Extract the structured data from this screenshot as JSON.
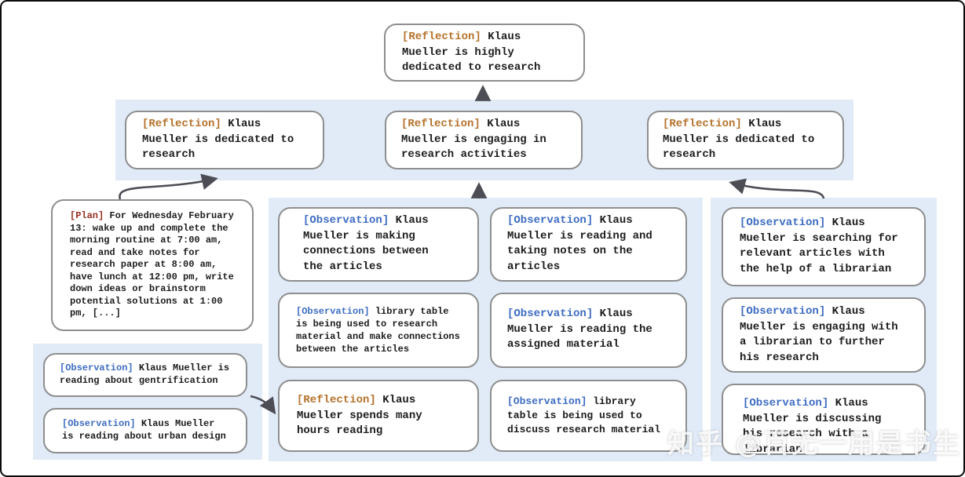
{
  "figure": {
    "subject": "Klaus Mueller memory tree",
    "watermark": "知乎 @百无一用是书生"
  },
  "colors": {
    "band_bg": "#e1ebf8",
    "box_border": "#8e8e8e",
    "text": "#1c1c1c",
    "arrow": "#4d4d55",
    "reflection_tag": "#b5722b",
    "plan_tag": "#992e23",
    "observation_tag": "#3d6cc2"
  },
  "nodes": {
    "root": {
      "tag": "[Reflection]",
      "text": "Klaus Mueller is highly dedicated to research"
    },
    "l2_left": {
      "tag": "[Reflection]",
      "text": "Klaus Mueller is dedicated to research"
    },
    "l2_mid": {
      "tag": "[Reflection]",
      "text": "Klaus Mueller is engaging in research activities"
    },
    "l2_right": {
      "tag": "[Reflection]",
      "text": "Klaus Mueller is dedicated to research"
    },
    "plan": {
      "tag": "[Plan]",
      "text": "For Wednesday February 13: wake up and complete the morning routine at 7:00 am, read and take notes for research paper at 8:00 am, have lunch at 12:00 pm, write down ideas or brainstorm potential solutions at 1:00 pm, [...]"
    },
    "left_obs1": {
      "tag": "[Observation]",
      "text": "Klaus Mueller is reading about gentrification"
    },
    "left_obs2": {
      "tag": "[Observation]",
      "text": "Klaus Mueller is reading about urban design"
    },
    "mid_obs1": {
      "tag": "[Observation]",
      "text": "Klaus Mueller is making connections between the articles"
    },
    "mid_obs2": {
      "tag": "[Observation]",
      "text": "library table is being used to research material and make connections between the articles"
    },
    "mid_refl": {
      "tag": "[Reflection]",
      "text": "Klaus Mueller spends many hours reading"
    },
    "mid2_obs1": {
      "tag": "[Observation]",
      "text": "Klaus Mueller is reading and taking notes on the articles"
    },
    "mid2_obs2": {
      "tag": "[Observation]",
      "text": "Klaus Mueller is reading the assigned material"
    },
    "mid2_obs3": {
      "tag": "[Observation]",
      "text": "library table is being used to discuss research material"
    },
    "right_obs1": {
      "tag": "[Observation]",
      "text": "Klaus Mueller is searching for relevant articles with the help of a librarian"
    },
    "right_obs2": {
      "tag": "[Observation]",
      "text": "Klaus Mueller is engaging with a librarian to further his research"
    },
    "right_obs3": {
      "tag": "[Observation]",
      "text": "Klaus Mueller is discussing his research with a librarian"
    }
  }
}
